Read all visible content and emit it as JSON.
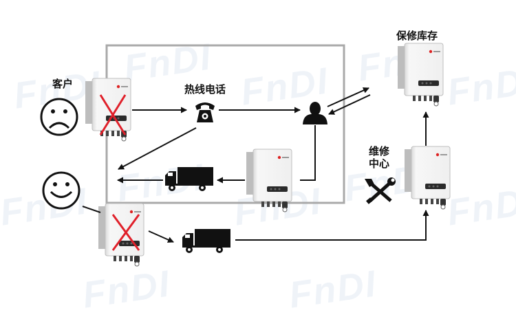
{
  "labels": {
    "customer": "客户",
    "hotline": "热线电话",
    "repair_center_line1": "维修",
    "repair_center_line2": "中心",
    "warranty_stock": "保修库存"
  },
  "icons": {
    "unhappy": "sad-face-icon",
    "happy": "smiley-face-icon",
    "phone": "telephone-icon",
    "agent": "person-icon",
    "truck": "truck-icon",
    "tools": "tools-icon",
    "faulty_mark": "red-x-mark"
  },
  "colors": {
    "box_border": "#a9a9a9",
    "arrow": "#111111",
    "x_mark": "#e0202a",
    "device_body": "#f3f3f3",
    "device_panel": "#e4e4e4",
    "watermark": "#9fb6d8"
  },
  "watermark_text": "FnDI"
}
